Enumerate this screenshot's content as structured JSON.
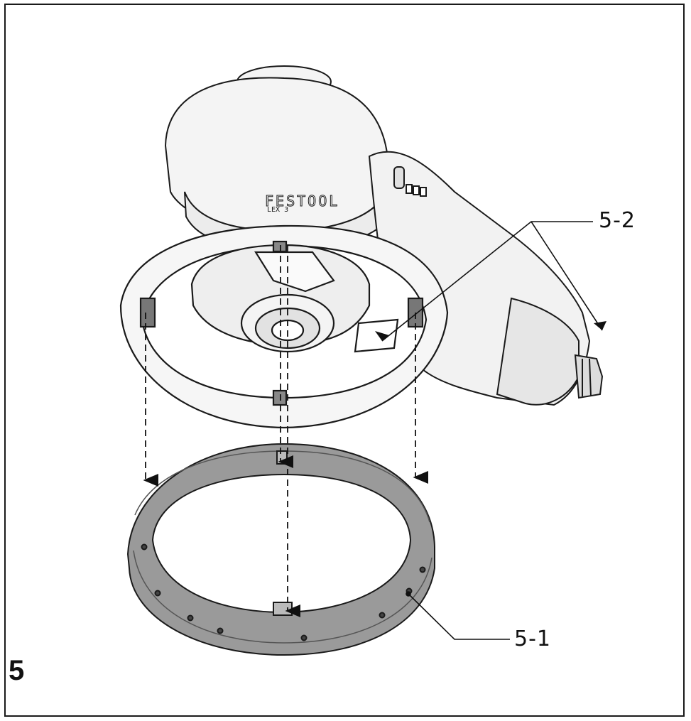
{
  "figure": {
    "number": "5",
    "callouts": {
      "ring": "5-1",
      "pad_holder": "5-2"
    },
    "brand_mark": "FESTOOL",
    "model_mark": "LEX 3"
  },
  "colors": {
    "line": "#1a1a1a",
    "body_fill": "#f4f4f4",
    "ring_fill": "#9a9a9a",
    "ring_dark": "#7a7a7a"
  }
}
